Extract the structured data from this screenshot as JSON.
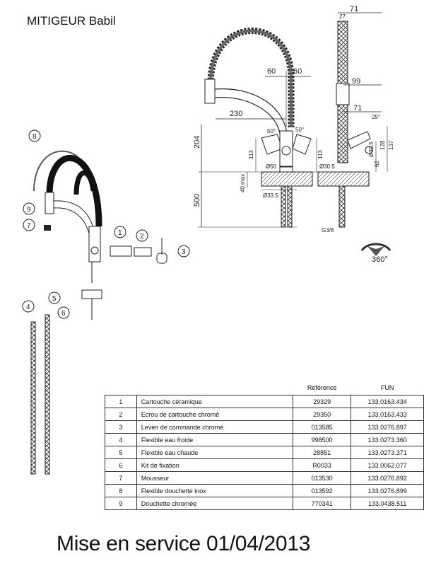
{
  "title": "MITIGEUR Babil",
  "dimensions": {
    "d71_top": "71",
    "d60_left": "60",
    "d60_right": "60",
    "d230": "230",
    "d204": "204",
    "d500": "500",
    "d113_left": "113",
    "d113_right": "113",
    "d50deg_left": "50°",
    "d50deg_right": "50°",
    "d50_dia": "Ø50",
    "d40max": "40 max",
    "d33_5": "Ø33.5",
    "d99": "99",
    "d71_side": "71",
    "d25deg": "25°",
    "d30_5_left": "Ø30.5",
    "d30_5_right": "Ø30.5",
    "d62": "62",
    "d128": "128",
    "d137": "137",
    "d27": "27",
    "dG38": "G3/8",
    "d360": "360°"
  },
  "callouts": [
    "1",
    "2",
    "3",
    "4",
    "5",
    "6",
    "7",
    "8",
    "9"
  ],
  "table": {
    "headers": [
      "",
      "",
      "Référence",
      "FUN"
    ],
    "rows": [
      {
        "num": "1",
        "desc": "Cartouche céramique",
        "ref": "29329",
        "fun": "133.0163.434"
      },
      {
        "num": "2",
        "desc": "Ecrou de cartouche chromé",
        "ref": "29350",
        "fun": "133.0163.433"
      },
      {
        "num": "3",
        "desc": "Levier de commande chromé",
        "ref": "013585",
        "fun": "133.0276.897"
      },
      {
        "num": "4",
        "desc": "Flexible eau froide",
        "ref": "998500",
        "fun": "133.0273.360"
      },
      {
        "num": "5",
        "desc": "Flexible eau chaude",
        "ref": "28851",
        "fun": "133.0273.371"
      },
      {
        "num": "6",
        "desc": " Kit de fixation",
        "ref": "R0033",
        "fun": "133.0062.077"
      },
      {
        "num": "7",
        "desc": "Mousseur",
        "ref": "013530",
        "fun": "133.0276.892"
      },
      {
        "num": "8",
        "desc": "Flexible douchette inox",
        "ref": "013592",
        "fun": "133.0276.899"
      },
      {
        "num": "9",
        "desc": "Douchette chromée",
        "ref": "770341",
        "fun": "133.0438.511"
      }
    ]
  },
  "footer": "Mise en service 01/04/2013"
}
